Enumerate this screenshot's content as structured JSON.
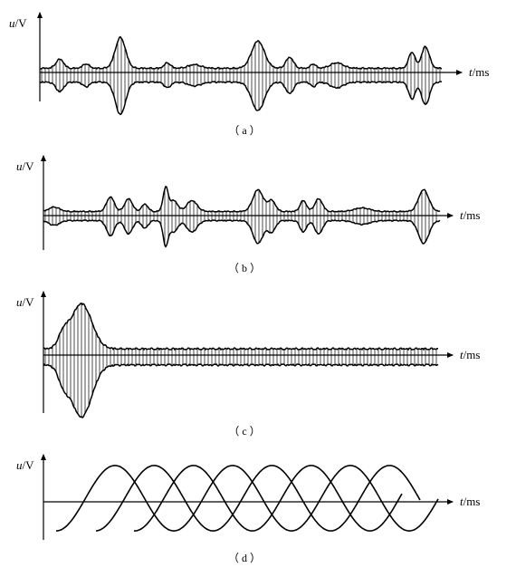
{
  "panels": [
    {
      "id": "a",
      "caption": "（ a ）",
      "ylabel_var": "u",
      "ylabel_unit": "/V",
      "xlabel_var": "t",
      "xlabel_unit": "/ms",
      "description_shape": "envelope",
      "style": "stripes"
    },
    {
      "id": "b",
      "caption": "（ b ）",
      "ylabel_var": "u",
      "ylabel_unit": "/V",
      "xlabel_var": "t",
      "xlabel_unit": "/ms",
      "description_shape": "envelope",
      "style": "stripes"
    },
    {
      "id": "c",
      "caption": "（ c ）",
      "ylabel_var": "u",
      "ylabel_unit": "/V",
      "xlabel_var": "t",
      "xlabel_unit": "/ms",
      "description_shape": "envelope",
      "style": "stripes"
    },
    {
      "id": "d",
      "caption": "（ d ）",
      "ylabel_var": "u",
      "ylabel_unit": "/V",
      "xlabel_var": "t",
      "xlabel_unit": "/ms",
      "description_shape": "three-phase sine",
      "style": "curves"
    }
  ],
  "colors": {
    "ink": "#000000",
    "background": "#ffffff"
  }
}
